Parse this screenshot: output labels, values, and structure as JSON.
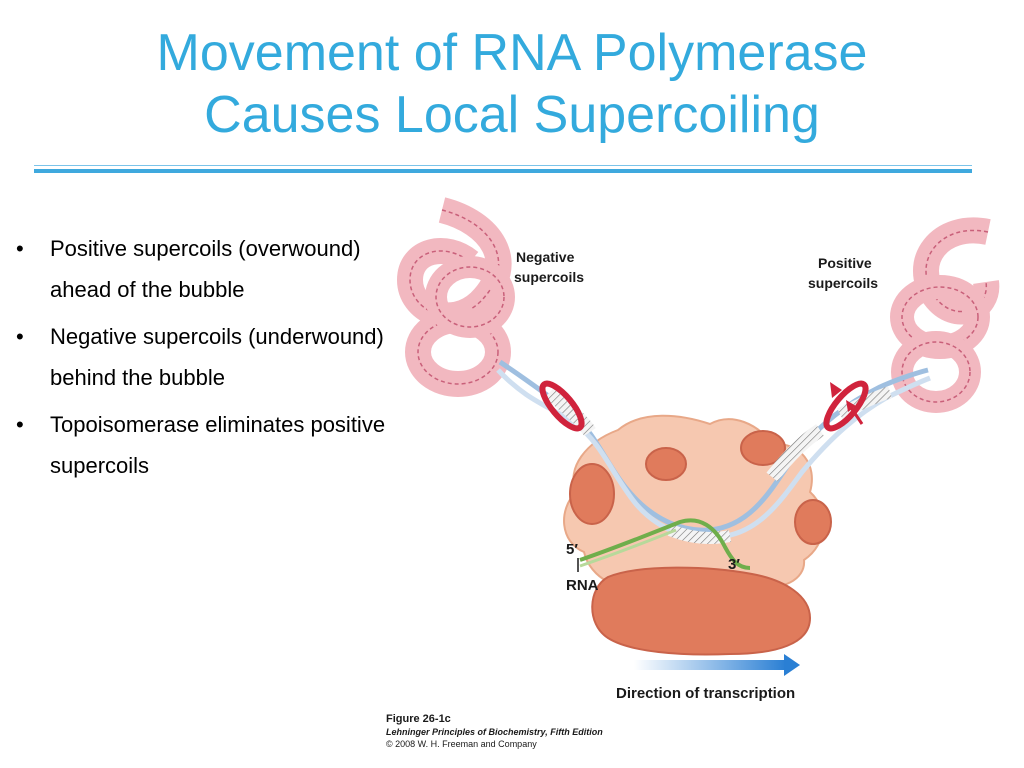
{
  "slide": {
    "title_line1": "Movement of RNA Polymerase",
    "title_line2": "Causes Local Supercoiling",
    "bullets": [
      "Positive supercoils (overwound) ahead of the bubble",
      "Negative supercoils (underwound) behind the bubble",
      "Topoisomerase eliminates positive supercoils"
    ],
    "bullet_glyph": "•"
  },
  "figure": {
    "label_negative_1": "Negative",
    "label_negative_2": "supercoils",
    "label_positive_1": "Positive",
    "label_positive_2": "supercoils",
    "label_five_prime": "5′",
    "label_three_prime": "3′",
    "label_rna": "RNA",
    "label_direction": "Direction of transcription",
    "caption_figure": "Figure 26-1c",
    "caption_book": "Lehninger Principles of Biochemistry, Fifth Edition",
    "caption_copyright": "© 2008 W. H. Freeman and Company"
  },
  "colors": {
    "title": "#33aadd",
    "rule": "#3fa9de",
    "polymerase_light": "#f6c8b0",
    "polymerase_dark": "#e07b5c",
    "supercoil": "#f2b8c0",
    "topoisomerase": "#d0233c",
    "rna": "#6fae4b",
    "arrow": "#2a7fd4"
  }
}
